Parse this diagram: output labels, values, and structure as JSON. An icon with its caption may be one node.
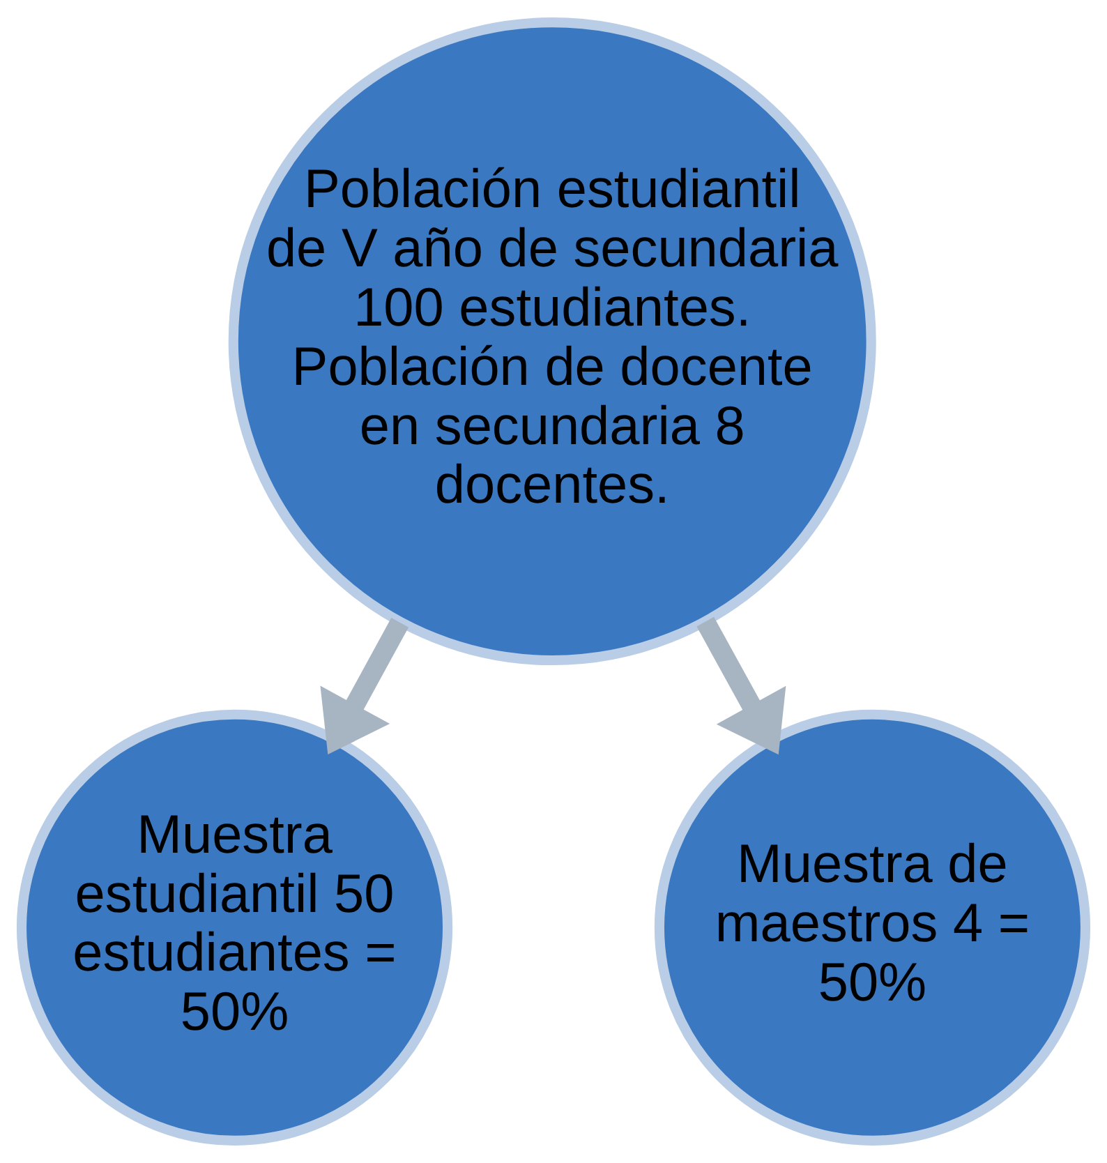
{
  "diagram": {
    "nodes": [
      {
        "text": [
          "Población estudiantil de V año de secundaria 100 estudiantes. Población de docente en secundaria 8 docentes."
        ]
      },
      {
        "text": [
          "Muestra estudiantil 50 estudiantes = 50%"
        ]
      },
      {
        "text": [
          "Muestra de maestros 4 = 50%"
        ]
      }
    ],
    "edges": [
      {
        "from": 0,
        "to": 1,
        "arrow": "to"
      },
      {
        "from": 0,
        "to": 2,
        "arrow": "to"
      }
    ]
  }
}
